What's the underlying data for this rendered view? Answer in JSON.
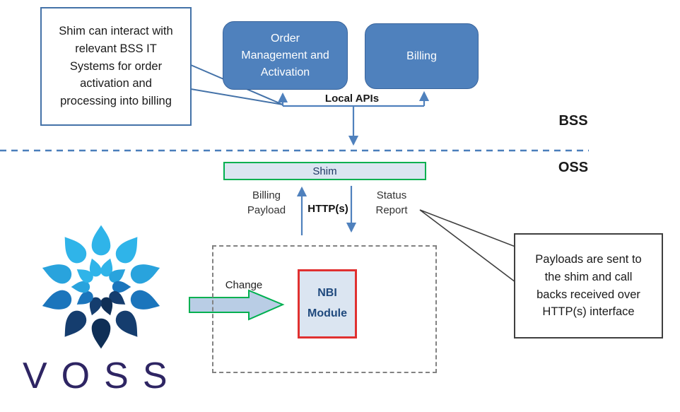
{
  "callouts": {
    "left": "Shim can interact with relevant BSS IT Systems for order activation and processing into billing",
    "right": "Payloads are sent to the shim and call backs received over HTTP(s) interface"
  },
  "bss_layer": {
    "order_box": "Order Management and Activation",
    "billing_box": "Billing",
    "local_apis": "Local APIs",
    "label": "BSS"
  },
  "oss_layer": {
    "label": "OSS",
    "shim_box": "Shim",
    "billing_payload": "Billing Payload",
    "http": "HTTP(s)",
    "status_report": "Status Report",
    "change": "Change",
    "nbi_box": "NBI Module"
  },
  "branding": {
    "wordmark": "VOSS",
    "logo_petal_colors": [
      "#2fb4e9",
      "#2fb4e9",
      "#29a3dd",
      "#1b75bc",
      "#153d6e",
      "#0f2f56",
      "#153d6e",
      "#1b75bc",
      "#29a3dd",
      "#2fb4e9"
    ]
  },
  "colors": {
    "box_blue": "#4f81bd",
    "arrow_blue": "#4f81bd",
    "divider_blue": "#4a7ebb",
    "shim_green": "#00b050",
    "nbi_red": "#e03030",
    "panel_fill": "#dbe5f1",
    "change_arrow_fill": "#b9cde5",
    "wordmark_purple": "#2e2563"
  }
}
